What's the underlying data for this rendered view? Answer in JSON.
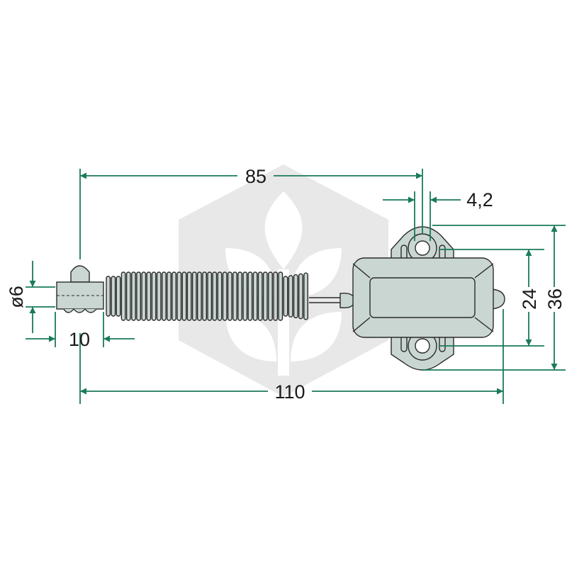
{
  "dimensions": {
    "overall_length": "110",
    "hole_to_eye_length": "85",
    "hole_diameter": "4,2",
    "hole_spacing": "24",
    "bracket_height": "36",
    "eye_diameter": "ø6",
    "eye_width": "10"
  },
  "colors": {
    "dimension_line": "#1a7a5c",
    "part_fill": "#c9d6d1",
    "part_stroke": "#2b2b2b",
    "watermark": "#d8d8d8"
  },
  "watermark_icon": "leaf-hexagon-logo"
}
